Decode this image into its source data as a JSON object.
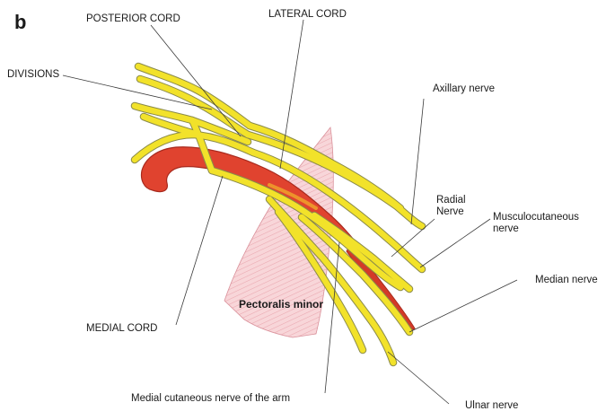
{
  "panel_label": "b",
  "labels": {
    "posterior_cord": "POSTERIOR CORD",
    "lateral_cord": "LATERAL CORD",
    "divisions": "DIVISIONS",
    "axillary_nerve": "Axillary nerve",
    "radial_nerve_line1": "Radial",
    "radial_nerve_line2": "Nerve",
    "musculocutaneous_line1": "Musculocutaneous",
    "musculocutaneous_line2": "nerve",
    "median_nerve": "Median nerve",
    "pectoralis_minor": "Pectoralis minor",
    "medial_cord": "MEDIAL CORD",
    "medial_cutaneous": "Medial cutaneous nerve of the arm",
    "ulnar_nerve": "Ulnar nerve"
  },
  "colors": {
    "nerve_fill": "#f2e22a",
    "nerve_edge": "#8a8a4a",
    "artery_fill": "#e0432f",
    "artery_edge": "#a82a1e",
    "muscle_fill": "#f7cfd3",
    "muscle_hatch": "#e8a0a8",
    "leader_line": "#3a3a3a"
  }
}
